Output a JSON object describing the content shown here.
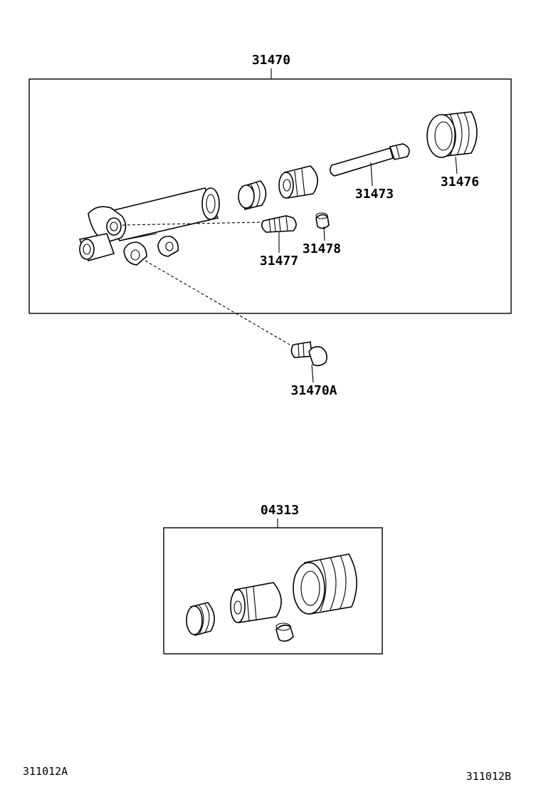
{
  "labels": {
    "cylinder_assy": "31470",
    "boot": "31476",
    "push_rod": "31473",
    "bleeder_plug": "31477",
    "bleeder_cap": "31478",
    "union_bolt": "31470A",
    "repair_kit": "04313"
  },
  "footer": {
    "left_code": "311012A",
    "right_code": "311012B"
  }
}
